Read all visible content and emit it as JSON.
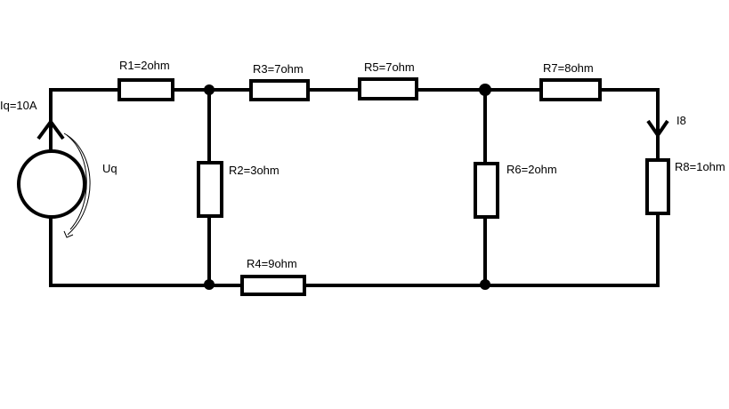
{
  "circuit": {
    "source": {
      "current_label": "Iq=10A",
      "voltage_label": "Uq"
    },
    "current_label_i8": "I8",
    "resistors": {
      "r1": "R1=2ohm",
      "r2": "R2=3ohm",
      "r3": "R3=7ohm",
      "r4": "R4=9ohm",
      "r5": "R5=7ohm",
      "r6": "R6=2ohm",
      "r7": "R7=8ohm",
      "r8": "R8=1ohm"
    }
  }
}
